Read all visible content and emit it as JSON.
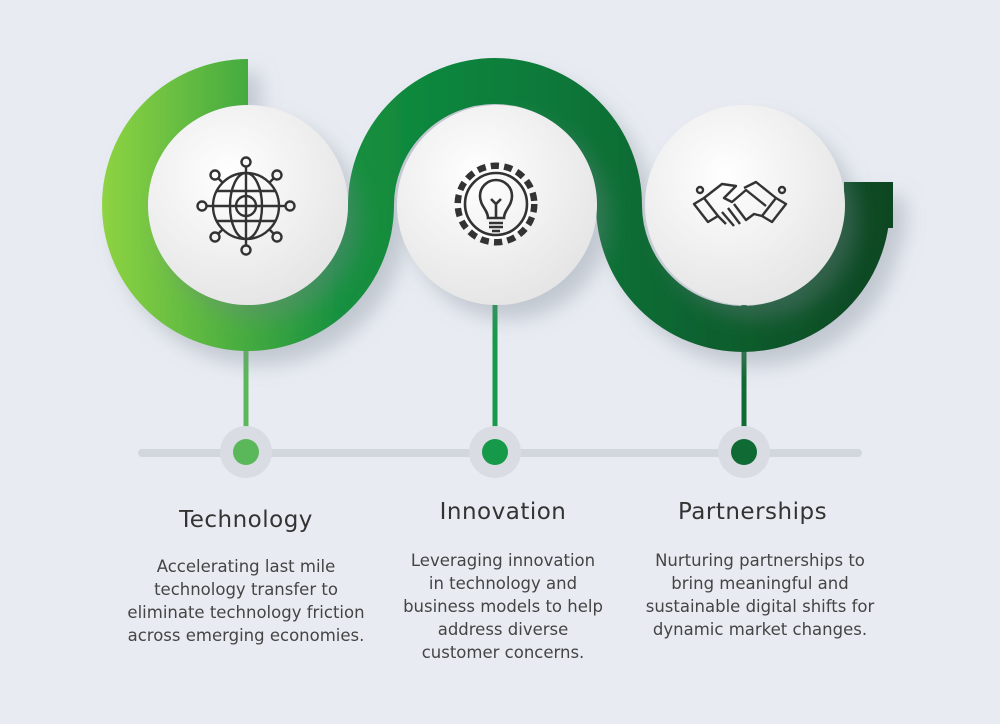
{
  "colors": {
    "background": "#e8ecf2",
    "green_light": "#8fd443",
    "green_mid": "#0a8a3e",
    "green_dark": "#0b4a24",
    "timeline": "#d2d6dd"
  },
  "steps": [
    {
      "title": "Technology",
      "icon": "globe-network-icon",
      "text": "Accelerating last mile technology transfer to eliminate technology friction across emerging economies.",
      "dot_color": "#5bb85a"
    },
    {
      "title": "Innovation",
      "icon": "lightbulb-gear-icon",
      "text": "Leveraging innovation in technology and business models to help address diverse customer concerns.",
      "dot_color": "#17994a"
    },
    {
      "title": "Partnerships",
      "icon": "handshake-icon",
      "text": "Nurturing partnerships to bring meaningful and sustainable digital shifts for dynamic market changes.",
      "dot_color": "#0f6a34"
    }
  ]
}
